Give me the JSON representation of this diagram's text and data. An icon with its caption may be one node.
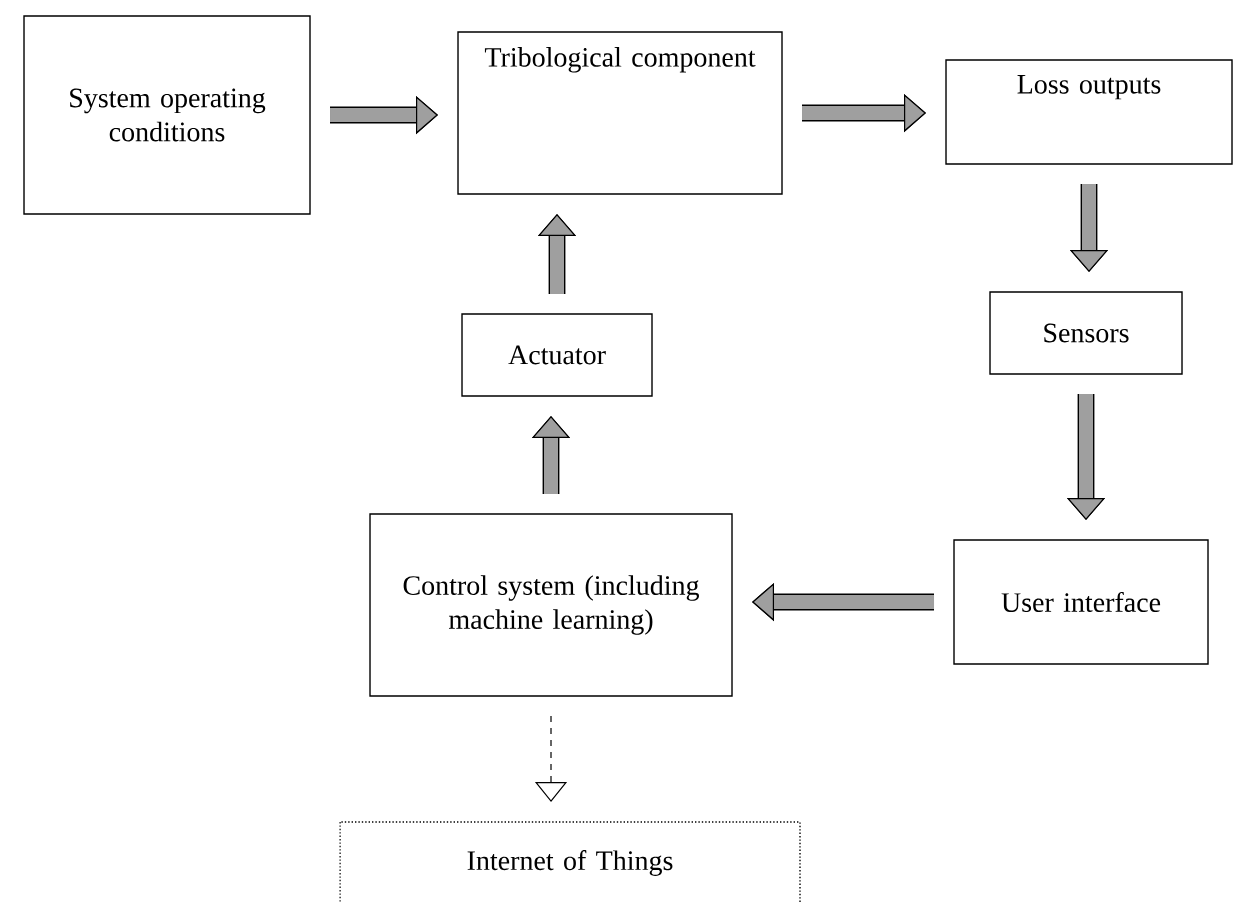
{
  "diagram": {
    "nodes": [
      {
        "text": [
          "System operating conditions"
        ]
      },
      {
        "text": [
          "Tribological component"
        ]
      },
      {
        "text": [
          "Loss outputs"
        ]
      },
      {
        "text": [
          "Sensors"
        ]
      },
      {
        "text": [
          "User interface"
        ]
      },
      {
        "text": [
          "Control system (including machine learning)"
        ]
      },
      {
        "text": [
          "Actuator"
        ]
      },
      {
        "text": [
          "Internet of Things"
        ]
      }
    ],
    "edges": [
      {
        "from": 0,
        "to": 1,
        "arrow": "to"
      },
      {
        "from": 1,
        "to": 2,
        "arrow": "to"
      },
      {
        "from": 2,
        "to": 3,
        "arrow": "to"
      },
      {
        "from": 3,
        "to": 4,
        "arrow": "to"
      },
      {
        "from": 4,
        "to": 5,
        "arrow": "to"
      },
      {
        "from": 5,
        "to": 6,
        "arrow": "to"
      },
      {
        "from": 6,
        "to": 1,
        "arrow": "to"
      },
      {
        "from": 5,
        "to": 7,
        "arrow": "to",
        "style": "dashed"
      }
    ]
  }
}
